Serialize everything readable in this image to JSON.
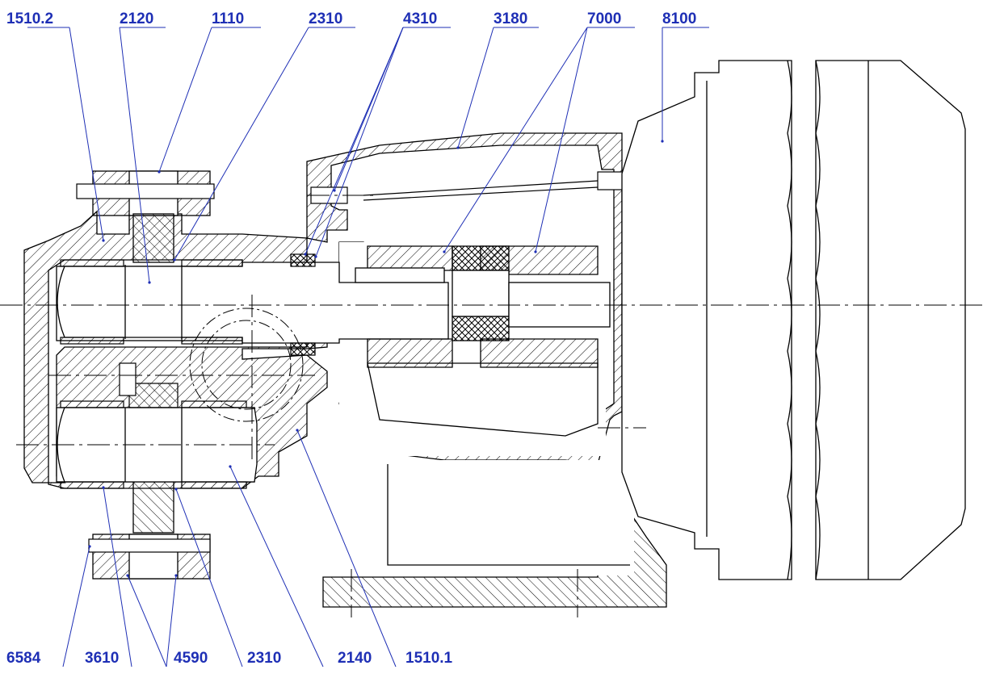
{
  "colors": {
    "label": "#1e2fb5",
    "leader": "#1e2fb5",
    "line": "#000000",
    "hatch": "#000000"
  },
  "labels": {
    "top": [
      "1510.2",
      "2120",
      "1110",
      "2310",
      "4310",
      "3180",
      "7000",
      "8100"
    ],
    "bottom": [
      "6584",
      "3610",
      "4590",
      "2310",
      "2140",
      "1510.1"
    ]
  }
}
